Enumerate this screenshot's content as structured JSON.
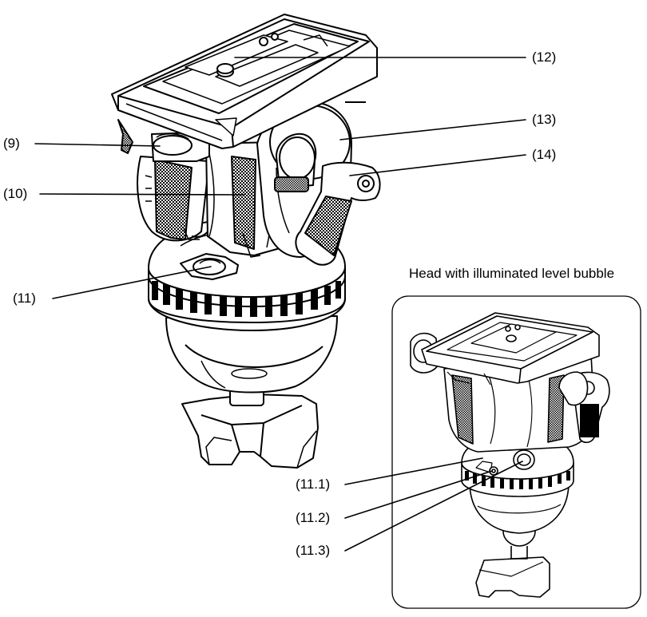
{
  "figure": {
    "inset_title": "Head with illuminated level bubble",
    "callouts": {
      "c9": "(9)",
      "c10": "(10)",
      "c11": "(11)",
      "c12": "(12)",
      "c13": "(13)",
      "c14": "(14)",
      "c11_1": "(11.1)",
      "c11_2": "(11.2)",
      "c11_3": "(11.3)"
    }
  }
}
